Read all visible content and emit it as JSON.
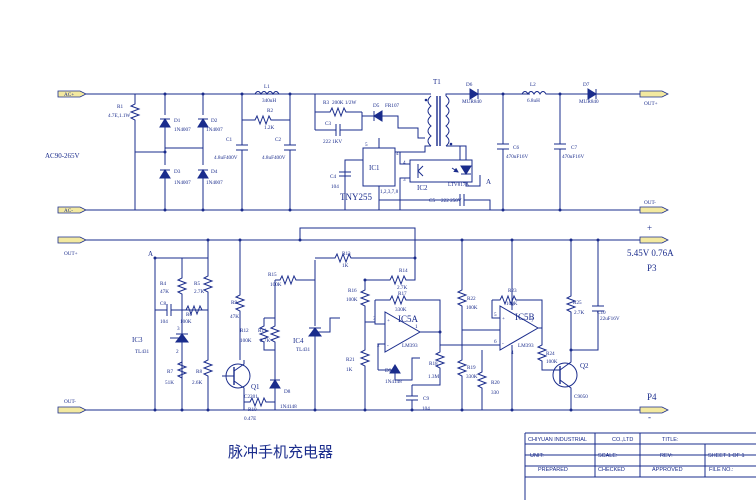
{
  "connectors": {
    "ac_plus": "AC+",
    "ac_minus": "AC-",
    "out_plus_top": "OUT+",
    "out_minus_top": "OUT-",
    "out_plus_bot": "OUT+",
    "out_minus_bot": "OUT-"
  },
  "ac_input": "AC90-265V",
  "components": {
    "R1": [
      "R1",
      "4.7E,1.1W"
    ],
    "D1": [
      "D1",
      "1N4007"
    ],
    "D2": [
      "D2",
      "1N4007"
    ],
    "D3": [
      "D3",
      "1N4007"
    ],
    "D4": [
      "D4",
      "1N4007"
    ],
    "L1": [
      "L1",
      "340uH"
    ],
    "R2": [
      "R2",
      "1.2K"
    ],
    "C1": [
      "C1",
      "4.8uF400V"
    ],
    "C2": [
      "C2",
      "4.8uF400V"
    ],
    "R3": [
      "R3",
      "200K 1/2W"
    ],
    "C3": [
      "C3",
      "222 1KV"
    ],
    "D5": [
      "D5",
      "FR107"
    ],
    "C4": [
      "C4",
      "104"
    ],
    "IC1": [
      "IC1",
      "TNY255"
    ],
    "T1": [
      "T1"
    ],
    "IC2": [
      "IC2",
      "LTV817A"
    ],
    "C5": [
      "C5",
      "222 250V"
    ],
    "D6": [
      "D6",
      "MUR840"
    ],
    "D7": [
      "D7",
      "MUR840"
    ],
    "L2": [
      "L2",
      "6.8uH"
    ],
    "C6": [
      "C6",
      "470uF16V"
    ],
    "C7": [
      "C7",
      "470uF16V"
    ],
    "R4": [
      "R4",
      "47K"
    ],
    "C8": [
      "C8",
      "104"
    ],
    "R5": [
      "R5",
      "2.7K"
    ],
    "R6": [
      "R6",
      "100K"
    ],
    "IC3": [
      "IC3",
      "TL431"
    ],
    "R7": [
      "R7",
      "51K"
    ],
    "R8": [
      "R8",
      "2.6K"
    ],
    "R9": [
      "R9",
      "47K"
    ],
    "R10": [
      "R10",
      "0.47E"
    ],
    "Q1": [
      "Q1",
      "C2201"
    ],
    "D8": [
      "D8",
      "1N4148"
    ],
    "R11": [
      "R11",
      "2.7K"
    ],
    "R12": [
      "R12",
      "100K"
    ],
    "R13": [
      "R13",
      "1K"
    ],
    "R14": [
      "R14",
      "2.7K"
    ],
    "R15": [
      "R15",
      "100K"
    ],
    "R16": [
      "R16",
      "100K"
    ],
    "R17": [
      "R17",
      "330K"
    ],
    "R18": [
      "R18",
      "1.3M"
    ],
    "R19": [
      "R19",
      "330K"
    ],
    "R20": [
      "R20",
      "330"
    ],
    "R21": [
      "R21",
      "1K"
    ],
    "R22": [
      "R22",
      "100K"
    ],
    "R23": [
      "R23",
      "100K"
    ],
    "R24": [
      "R24",
      "100K"
    ],
    "R25": [
      "R25",
      "2.7K"
    ],
    "IC4": [
      "IC4",
      "TL431"
    ],
    "IC5A": [
      "IC5A",
      "LM393"
    ],
    "IC5B": [
      "IC5B",
      "LM393"
    ],
    "D9": [
      "D9",
      "1N4148"
    ],
    "C9": [
      "C9",
      "104"
    ],
    "C10": [
      "C10",
      "22uF16V"
    ],
    "Q2": [
      "Q2",
      "C9050"
    ]
  },
  "nets": {
    "a_top": "A",
    "a_bot": "A"
  },
  "output": {
    "rating": "5.45V 0.76A",
    "p3": "P3",
    "p4": "P4",
    "plus": "+",
    "minus": "-"
  },
  "title": "脉冲手机充电器",
  "title_block": {
    "company": "CHIYUAN INDUSTRIAL",
    "co": "CO.,LTD",
    "title_lbl": "TITLE:",
    "unit": "UNIT:",
    "scale": "SCALE:",
    "rev": "REV:",
    "sheet": "SHEET 1 OF 1",
    "prepared": "PREPARED",
    "checked": "CHECKED",
    "approved": "APPROVED",
    "file": "FILE NO.:"
  },
  "colors": {
    "ink": "#1a2c8c",
    "connector": "#f3e9a0",
    "background": "#ffffff"
  }
}
